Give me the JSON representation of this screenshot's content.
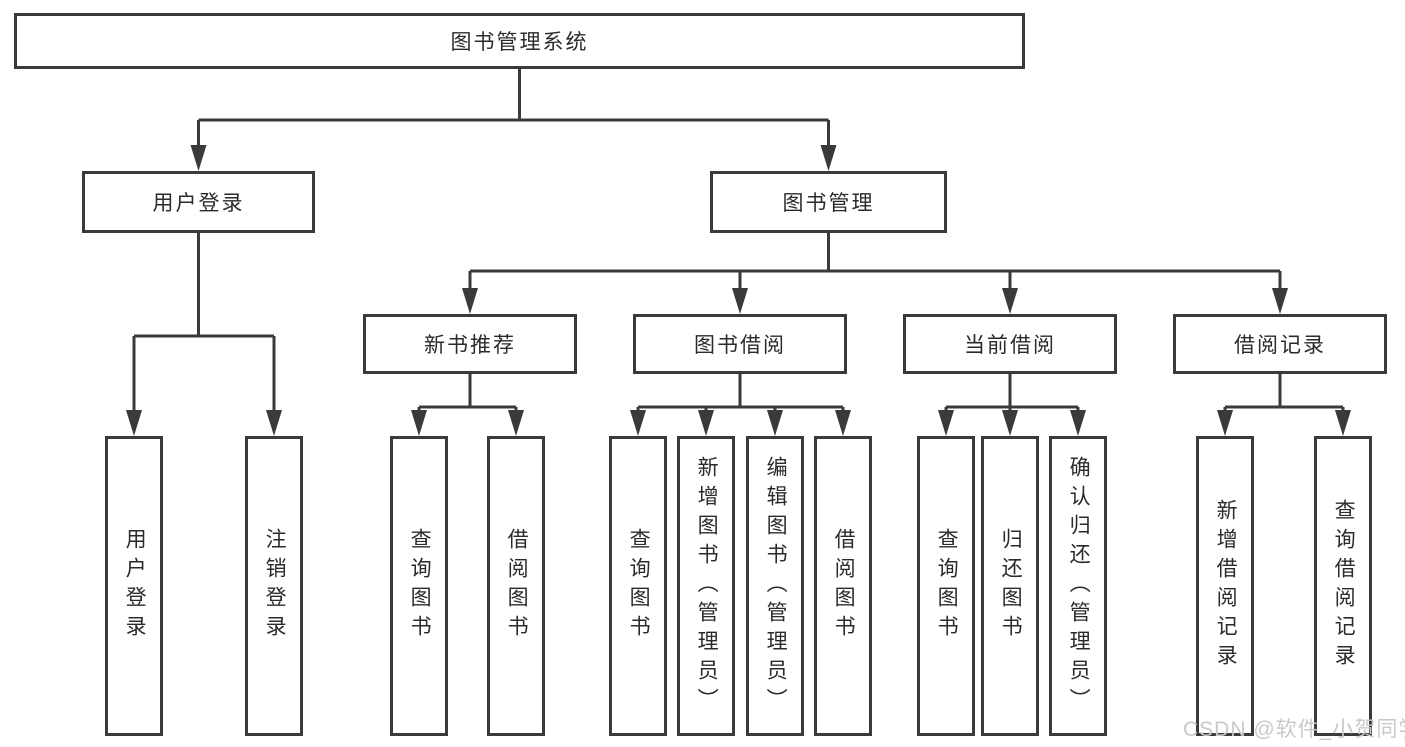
{
  "tree": {
    "label": "图书管理系统",
    "children": [
      {
        "label": "用户登录",
        "children": [
          {
            "label": "用户登录"
          },
          {
            "label": "注销登录"
          }
        ]
      },
      {
        "label": "图书管理",
        "children": [
          {
            "label": "新书推荐",
            "children": [
              {
                "label": "查询图书"
              },
              {
                "label": "借阅图书"
              }
            ]
          },
          {
            "label": "图书借阅",
            "children": [
              {
                "label": "查询图书"
              },
              {
                "label": "新增图书（管理员）"
              },
              {
                "label": "编辑图书（管理员）"
              },
              {
                "label": "借阅图书"
              }
            ]
          },
          {
            "label": "当前借阅",
            "children": [
              {
                "label": "查询图书"
              },
              {
                "label": "归还图书"
              },
              {
                "label": "确认归还（管理员）"
              }
            ]
          },
          {
            "label": "借阅记录",
            "children": [
              {
                "label": "新增借阅记录"
              },
              {
                "label": "查询借阅记录"
              }
            ]
          }
        ]
      }
    ]
  },
  "watermark": {
    "text": "CSDN @软件_小贺同学"
  },
  "colors": {
    "line": "#3a3a3a",
    "box_background": "#ffffff",
    "text": "#2b2b2b",
    "watermark": "#c9c9c9"
  }
}
